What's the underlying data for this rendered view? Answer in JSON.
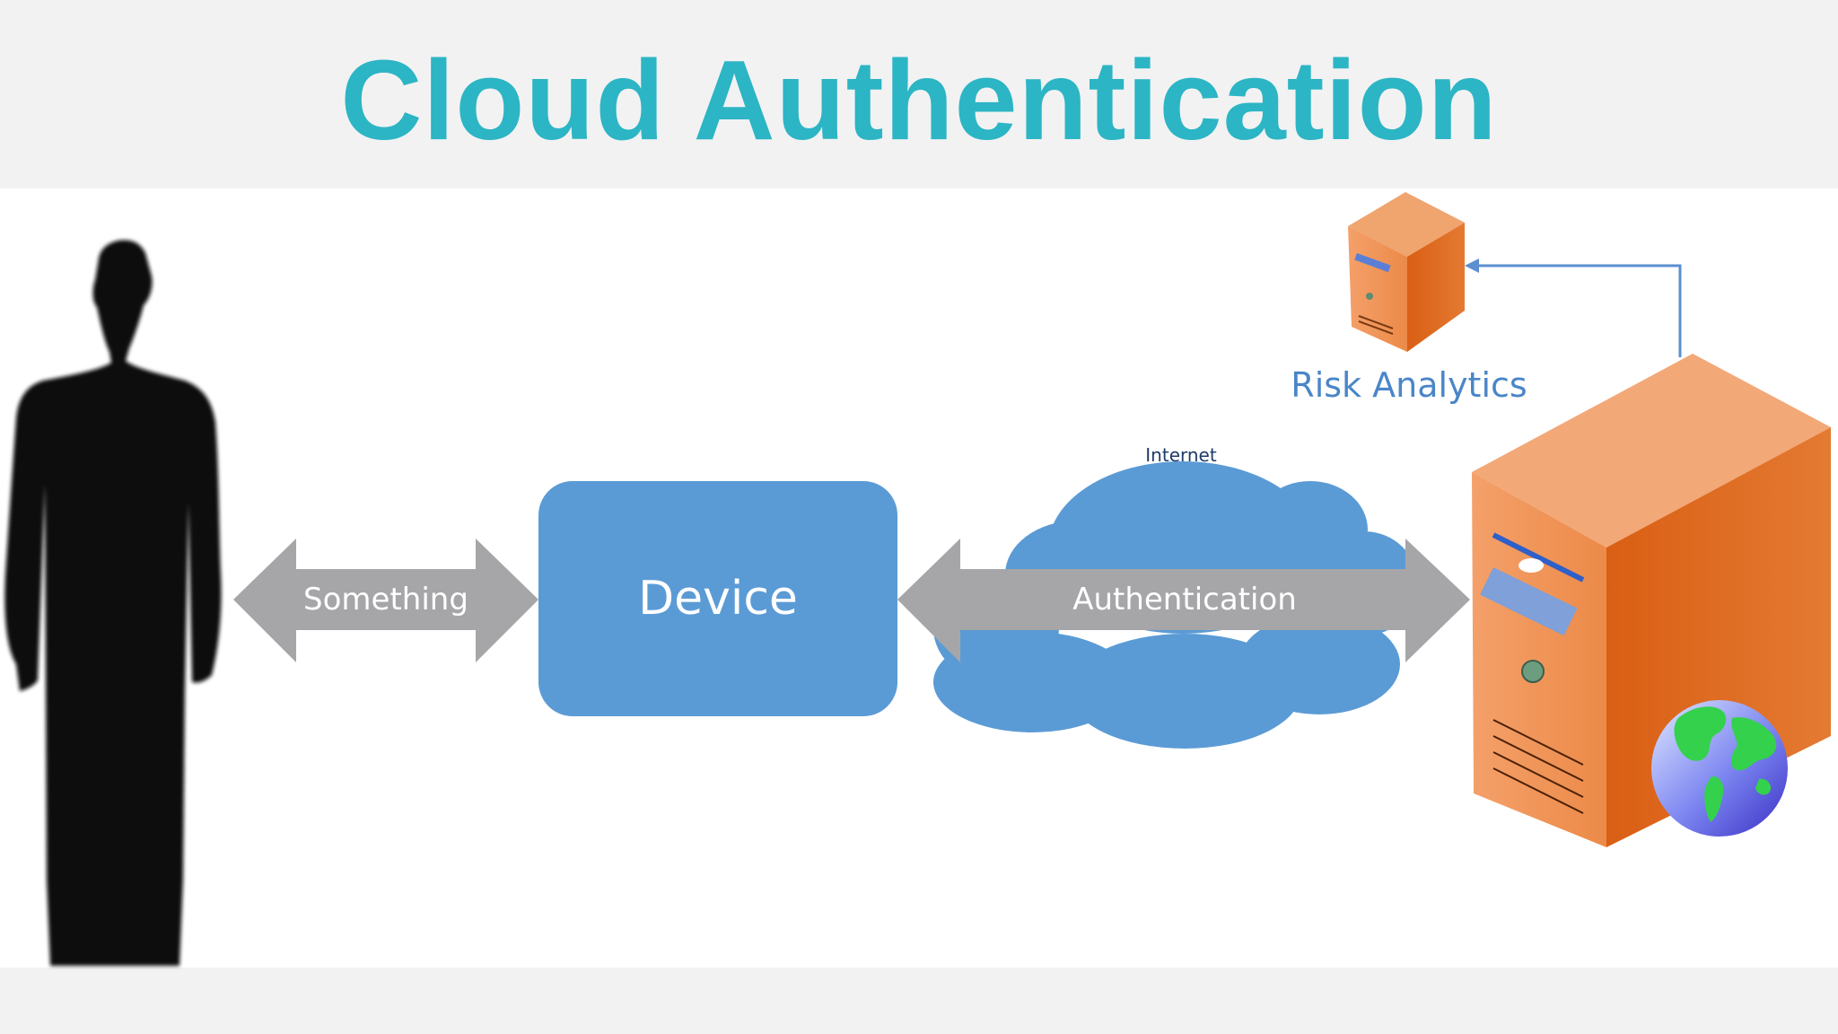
{
  "title": "Cloud Authentication",
  "labels": {
    "something": "Something",
    "device": "Device",
    "internet": "Internet",
    "authentication": "Authentication",
    "risk_analytics": "Risk Analytics"
  },
  "colors": {
    "title": "#2cb5c4",
    "device_box": "#5b9bd5",
    "cloud": "#5b9bd5",
    "arrow": "#a6a6a8",
    "server_orange": "#e87a2c",
    "connector": "#5b8fd0"
  }
}
